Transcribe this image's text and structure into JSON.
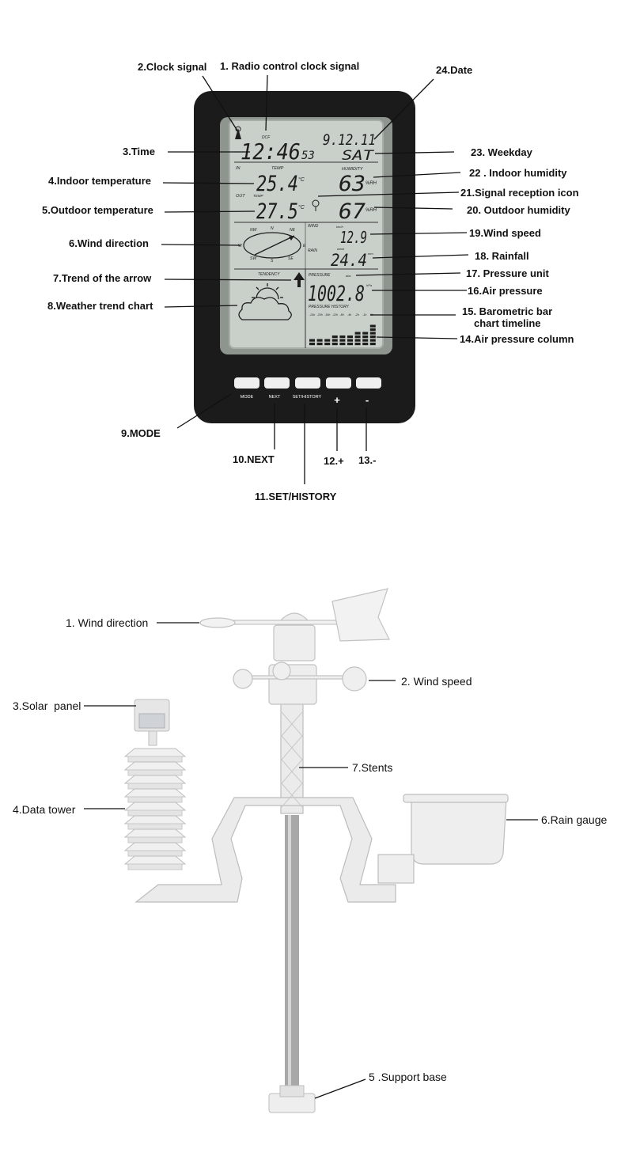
{
  "console": {
    "labels": {
      "radio_control": "1. Radio control clock signal",
      "clock_signal": "2.Clock signal",
      "time": "3.Time",
      "indoor_temp": "4.Indoor temperature",
      "outdoor_temp": "5.Outdoor temperature",
      "wind_direction": "6.Wind direction",
      "trend_arrow": "7.Trend of the arrow",
      "weather_chart": "8.Weather trend chart",
      "mode": "9.MODE",
      "next": "10.NEXT",
      "set_history": "11.SET/HISTORY",
      "plus": "12.+",
      "minus": "13.-",
      "pressure_column": "14.Air pressure column",
      "baro_timeline_1": "15. Barometric bar",
      "baro_timeline_2": "chart timeline",
      "air_pressure": "16.Air pressure",
      "pressure_unit": "17. Pressure unit",
      "rainfall": "18. Rainfall",
      "wind_speed": "19.Wind speed",
      "outdoor_humidity": "20. Outdoor humidity",
      "signal_icon": "21.Signal reception icon",
      "indoor_humidity": "22 .  Indoor humidity",
      "weekday": "23. Weekday",
      "date": "24.Date"
    },
    "screen": {
      "dcf": "DCF",
      "time_main": "12:46",
      "time_sec": "53",
      "date": "9.12.11",
      "weekday": "SAT",
      "in": "IN",
      "temp": "TEMP",
      "humidity": "HUMIDITY",
      "indoor_temp": "25.4",
      "indoor_temp_unit": "°C",
      "indoor_humidity": "63",
      "out": "OUT",
      "temp_small": "TEMP",
      "outdoor_temp": "27.5",
      "outdoor_temp_unit": "°C",
      "outdoor_humidity": "67",
      "rh": "%RH",
      "compass": [
        "NW",
        "N",
        "NE",
        "W",
        "E",
        "SW",
        "S",
        "SE"
      ],
      "wind": "WIND",
      "rain": "RAIN",
      "wind_unit": "km/h",
      "wind_speed": "12.9",
      "rain_unit": "mm",
      "rain_sub": "week",
      "rainfall": "24.4",
      "tendency": "TENDENCY",
      "pressure": "PRESSURE",
      "pressure_abs": "abs",
      "pressure_value": "1002.8",
      "pressure_unit": "hPa",
      "pressure_history": "PRESSURE  HISTORY",
      "history_ticks": [
        "-24h",
        "-20h",
        "-16h",
        "-12h",
        "-8h",
        "-4h",
        "-2h",
        "-1h",
        "0h"
      ],
      "history_bars": [
        2,
        2,
        2,
        3,
        3,
        3,
        4,
        4,
        6
      ]
    },
    "buttons": [
      "MODE",
      "NEXT",
      "SET/HISTORY",
      "+",
      "-"
    ]
  },
  "sensor": {
    "labels": {
      "wind_direction": "1. Wind direction",
      "wind_speed": "2. Wind speed",
      "solar_panel": "3.Solar  panel",
      "data_tower": "4.Data tower",
      "support_base": "5 .Support base",
      "rain_gauge": "6.Rain gauge",
      "stents": "7.Stents"
    }
  },
  "colors": {
    "console_body": "#1b1b1b",
    "lcd_background": "#c9cfc9",
    "lcd_border": "#9aa09a",
    "sensor_white": "#eeeeee",
    "pole": "#a8a8a8"
  }
}
